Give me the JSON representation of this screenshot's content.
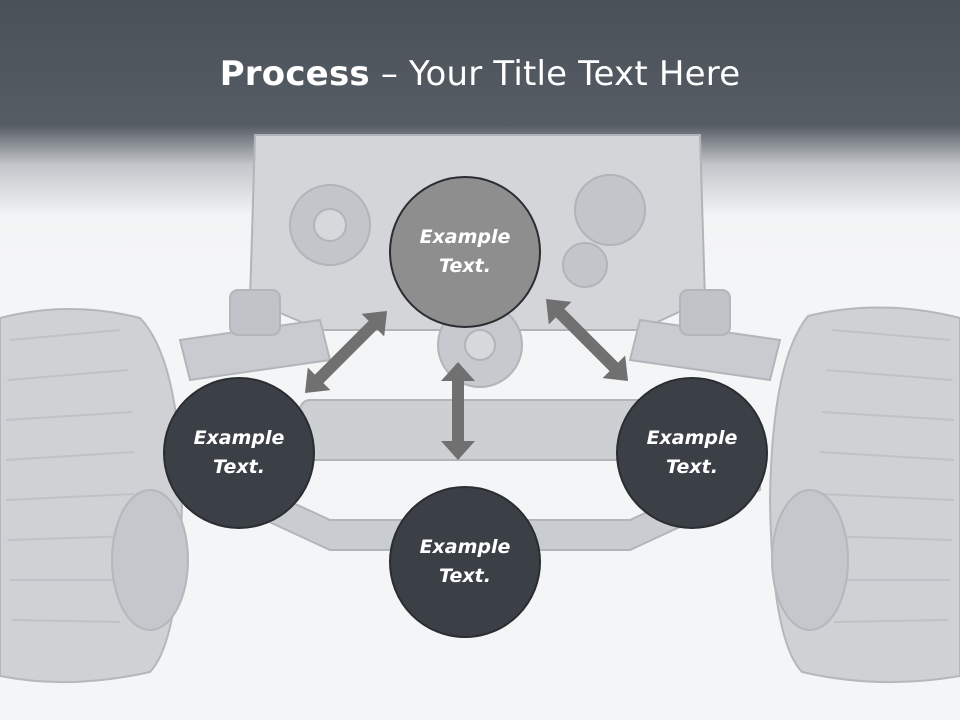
{
  "title": {
    "bold": "Process",
    "rest": " – Your Title Text Here"
  },
  "nodes": {
    "top": "Example Text.",
    "left": "Example Text.",
    "right": "Example Text.",
    "bottom": "Example Text."
  },
  "colors": {
    "header": "#4b5159",
    "node_dark": "#3b3f46",
    "node_light": "#8e8e8e",
    "arrow": "#707070"
  }
}
